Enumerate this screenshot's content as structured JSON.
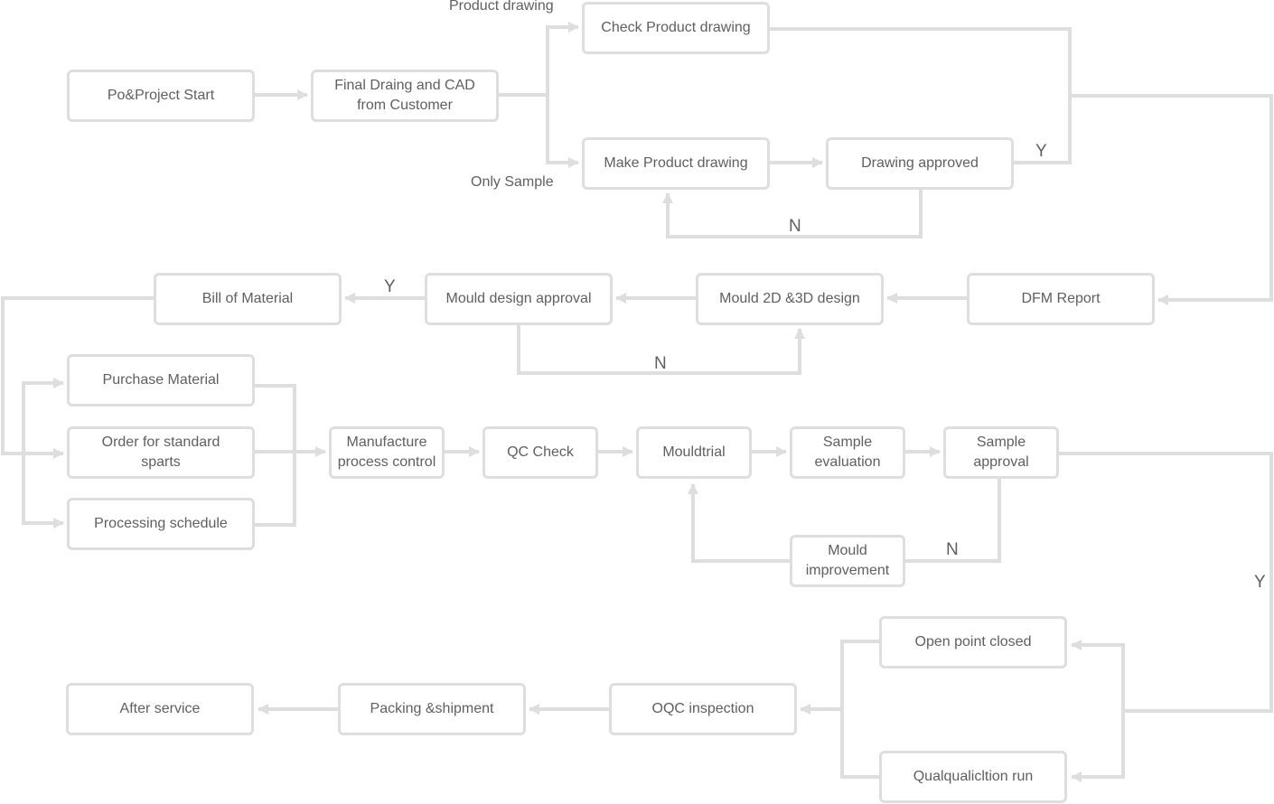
{
  "nodes": {
    "po_project_start": "Po&Project Start",
    "final_drawing": "Final Draing and CAD from Customer",
    "check_product_drawing": "Check Product drawing",
    "make_product_drawing": "Make Product drawing",
    "drawing_approved": "Drawing approved",
    "dfm_report": "DFM Report",
    "mould_2d3d_design": "Mould 2D &3D design",
    "mould_design_approval": "Mould design approval",
    "bill_of_material": "Bill of Material",
    "purchase_material": "Purchase Material",
    "order_standard_parts": "Order for standard sparts",
    "processing_schedule": "Processing schedule",
    "manufacture_process_control": "Manufacture process control",
    "qc_check": "QC Check",
    "mouldtrial": "Mouldtrial",
    "sample_evaluation": "Sample evaluation",
    "sample_approval": "Sample approval",
    "mould_improvement": "Mould improvement",
    "open_point_closed": "Open point closed",
    "qualification_run": "Qualqualicltion run",
    "oqc_inspection": "OQC inspection",
    "packing_shipment": "Packing &shipment",
    "after_service": "After service"
  },
  "branch_labels": {
    "product_drawing": "Product drawing",
    "only_sample": "Only Sample",
    "drawing_yes": "Y",
    "drawing_no": "N",
    "mould_design_yes": "Y",
    "mould_design_no": "N",
    "sample_no": "N",
    "sample_yes": "Y"
  },
  "colors": {
    "line": "#dedede",
    "text": "#5f5f5f",
    "background": "#ffffff"
  }
}
